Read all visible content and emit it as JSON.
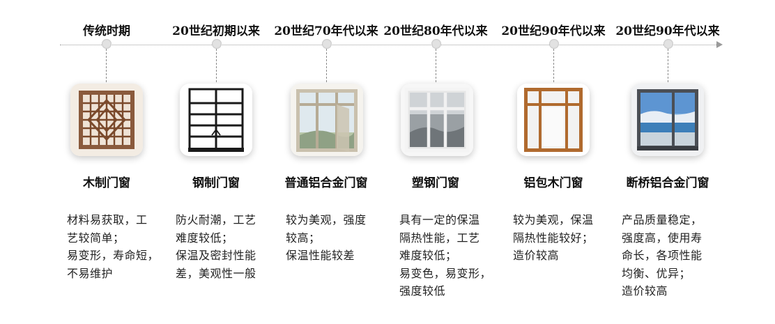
{
  "stages": [
    {
      "period": "传统时期",
      "name": "木制门窗",
      "icon": "wooden-window-icon",
      "desc": [
        "材料易获取，工",
        "艺较简单；",
        "易变形，寿命短，",
        "不易维护"
      ]
    },
    {
      "period": "20世纪初期以来",
      "name": "钢制门窗",
      "icon": "steel-window-icon",
      "desc": [
        "防火耐潮，工艺",
        "难度较低；",
        "保温及密封性能",
        "差，美观性一般"
      ]
    },
    {
      "period": "20世纪70年代以来",
      "name": "普通铝合金门窗",
      "icon": "aluminum-window-icon",
      "desc": [
        "较为美观，强度",
        "较高；",
        "保温性能较差"
      ]
    },
    {
      "period": "20世纪80年代以来",
      "name": "塑钢门窗",
      "icon": "upvc-window-icon",
      "desc": [
        "具有一定的保温",
        "隔热性能，工艺",
        "难度较低；",
        "易变色，易变形，",
        "强度较低"
      ]
    },
    {
      "period": "20世纪90年代以来",
      "name": "铝包木门窗",
      "icon": "aluminum-clad-wood-window-icon",
      "desc": [
        "较为美观，保温",
        "隔热性能较好；",
        "造价较高"
      ]
    },
    {
      "period": "20世纪90年代以来",
      "name": "断桥铝合金门窗",
      "icon": "thermal-break-aluminum-window-icon",
      "desc": [
        "产品质量稳定，",
        "强度高，使用寿",
        "命长，各项性能",
        "均衡、优异；",
        "造价较高"
      ]
    }
  ]
}
